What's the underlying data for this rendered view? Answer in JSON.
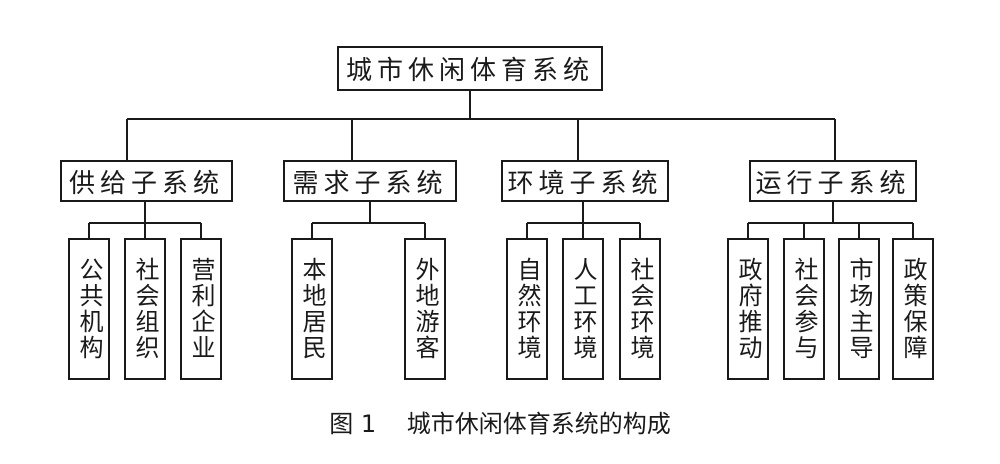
{
  "diagram": {
    "root": "城市休闲体育系统",
    "subsystems": [
      {
        "label": "供给子系统",
        "children": [
          "公共机构",
          "社会组织",
          "营利企业"
        ]
      },
      {
        "label": "需求子系统",
        "children": [
          "本地居民",
          "外地游客"
        ]
      },
      {
        "label": "环境子系统",
        "children": [
          "自然环境",
          "人工环境",
          "社会环境"
        ]
      },
      {
        "label": "运行子系统",
        "children": [
          "政府推动",
          "社会参与",
          "市场主导",
          "政策保障"
        ]
      }
    ]
  },
  "caption": "图 1    城市休闲体育系统的构成"
}
